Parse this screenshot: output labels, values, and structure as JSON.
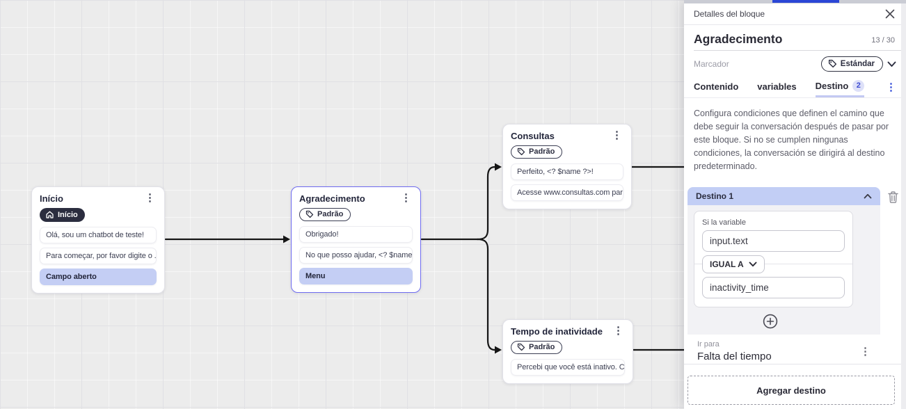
{
  "canvas": {
    "nodes": [
      {
        "title": "Início",
        "badge_label": "Início",
        "rows": [
          "Olá, sou um chatbot de teste!",
          "Para começar, por favor digite o ...",
          "Campo aberto"
        ]
      },
      {
        "title": "Agradecimento",
        "tag_label": "Padrão",
        "rows": [
          "Obrigado!",
          "No que posso ajudar, <? $name ...",
          "Menu"
        ]
      },
      {
        "title": "Consultas",
        "tag_label": "Padrão",
        "rows": [
          "Perfeito, <? $name ?>!",
          "Acesse www.consultas.com par..."
        ]
      },
      {
        "title": "Tempo de inatividade",
        "tag_label": "Padrão",
        "rows": [
          "Percebi que você está inativo. C..."
        ]
      }
    ],
    "edge_color": "#161616",
    "highlight_color": "#c4cef4",
    "selected_border_color": "#6e6bf0"
  },
  "panel": {
    "accent_color": "#2b46d6",
    "header": {
      "title": "Detalles del bloque"
    },
    "block": {
      "name": "Agradecimento",
      "char_count": "13 / 30"
    },
    "marker": {
      "label": "Marcador",
      "value": "Estándar"
    },
    "tabs": [
      {
        "label": "Contenido"
      },
      {
        "label": "variables"
      },
      {
        "label": "Destino",
        "badge": "2"
      }
    ],
    "description": "Configura condiciones que definen el camino que debe seguir la conversación después de pasar por este bloque. Si no se cumplen ningunas condiciones, la conversación se dirigirá al destino predeterminado.",
    "destino_card": {
      "header": "Destino 1",
      "condition": {
        "label": "Si la variable",
        "variable": "input.text",
        "operator": "IGUAL A",
        "value": "inactivity_time"
      },
      "goto": {
        "label": "Ir para",
        "value": "Falta del tiempo"
      }
    },
    "add_destination_label": "Agregar destino"
  }
}
